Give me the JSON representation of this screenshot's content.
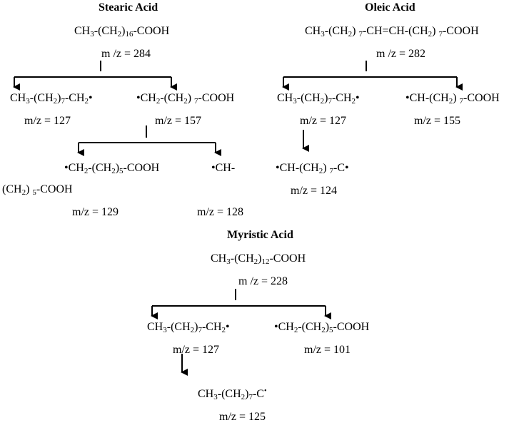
{
  "stearic": {
    "title": "Stearic Acid",
    "formula": [
      "CH",
      {
        "sub": "3"
      },
      "-(CH",
      {
        "sub": "2"
      },
      ")",
      {
        "sub": "16"
      },
      "-COOH"
    ],
    "mz": "m /z = 284",
    "left_frag": [
      "CH",
      {
        "sub": "3"
      },
      "-(CH",
      {
        "sub": "2"
      },
      ")",
      {
        "sub": "7"
      },
      "-CH",
      {
        "sub": "2"
      },
      "•"
    ],
    "left_mz": "m/z = 127",
    "right_frag": [
      "•CH",
      {
        "sub": "2"
      },
      "-(CH",
      {
        "sub": "2"
      },
      ") ",
      {
        "sub": "7"
      },
      "-COOH"
    ],
    "right_mz": "m/z = 157",
    "sub_left_frag": [
      "•CH",
      {
        "sub": "2"
      },
      "-(CH",
      {
        "sub": "2"
      },
      ")",
      {
        "sub": "5"
      },
      "-COOH"
    ],
    "sub_right_frag": [
      "•CH-"
    ],
    "sub_right_cont": [
      "(CH",
      {
        "sub": "2"
      },
      ") ",
      {
        "sub": "5"
      },
      "-COOH"
    ],
    "sub_left_mz": "m/z = 129",
    "sub_right_mz": "m/z = 128"
  },
  "oleic": {
    "title": "Oleic Acid",
    "formula": [
      "CH",
      {
        "sub": "3"
      },
      "-(CH",
      {
        "sub": "2"
      },
      ") ",
      {
        "sub": "7"
      },
      "-CH=CH-(CH",
      {
        "sub": "2"
      },
      ") ",
      {
        "sub": "7"
      },
      "-COOH"
    ],
    "mz": "m /z = 282",
    "left_frag": [
      "CH",
      {
        "sub": "3"
      },
      "-(CH",
      {
        "sub": "2"
      },
      ")",
      {
        "sub": "7"
      },
      "-CH",
      {
        "sub": "2"
      },
      "•"
    ],
    "left_mz": "m/z = 127",
    "right_frag": [
      "•CH-(CH",
      {
        "sub": "2"
      },
      ") ",
      {
        "sub": "7"
      },
      "-COOH"
    ],
    "right_mz": "m/z = 155",
    "sub_frag": [
      "•CH-(CH",
      {
        "sub": "2"
      },
      ") ",
      {
        "sub": "7"
      },
      "-C•"
    ],
    "sub_mz": "m/z = 124"
  },
  "myristic": {
    "title": "Myristic Acid",
    "formula": [
      "CH",
      {
        "sub": "3"
      },
      "-(CH",
      {
        "sub": "2"
      },
      ")",
      {
        "sub": "12"
      },
      "-COOH"
    ],
    "mz": "m /z = 228",
    "left_frag": [
      "CH",
      {
        "sub": "3"
      },
      "-(CH",
      {
        "sub": "2"
      },
      ")",
      {
        "sub": "7"
      },
      "-CH",
      {
        "sub": "2"
      },
      "•"
    ],
    "left_mz": "m/z = 127",
    "right_frag": [
      "•CH",
      {
        "sub": "2"
      },
      "-(CH",
      {
        "sub": "2"
      },
      ")",
      {
        "sub": "5"
      },
      "-COOH"
    ],
    "right_mz": "m/z = 101",
    "sub_frag": [
      "CH",
      {
        "sub": "3"
      },
      "-(CH",
      {
        "sub": "2"
      },
      ")",
      {
        "sub": "7"
      },
      "-C",
      {
        "sup": "•"
      }
    ],
    "sub_mz": "m/z = 125"
  }
}
